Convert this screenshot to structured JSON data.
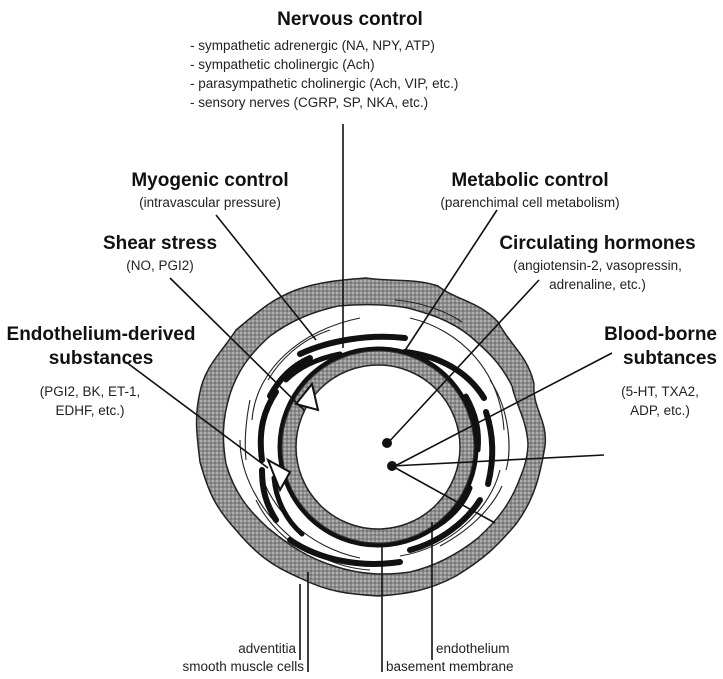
{
  "nervous": {
    "title": "Nervous control",
    "items": [
      "- sympathetic adrenergic (NA, NPY, ATP)",
      "- sympathetic cholinergic (Ach)",
      "- parasympathetic cholinergic (Ach, VIP, etc.)",
      "- sensory nerves (CGRP, SP, NKA, etc.)"
    ]
  },
  "myogenic": {
    "title": "Myogenic control",
    "sub": "(intravascular pressure)"
  },
  "metabolic": {
    "title": "Metabolic control",
    "sub": "(parenchimal cell metabolism)"
  },
  "shear": {
    "title": "Shear stress",
    "sub": "(NO, PGI2)"
  },
  "hormones": {
    "title": "Circulating hormones",
    "sub1": "(angiotensin-2, vasopressin,",
    "sub2": "adrenaline, etc.)"
  },
  "endothelium_derived": {
    "title1": "Endothelium-derived",
    "title2": "substances",
    "sub1": "(PGI2, BK, ET-1,",
    "sub2": "EDHF, etc.)"
  },
  "blood_borne": {
    "title1": "Blood-borne",
    "title2": "subtances",
    "sub1": "(5-HT, TXA2,",
    "sub2": "ADP, etc.)"
  },
  "layers": {
    "adventitia": "adventitia",
    "smooth_muscle": "smooth muscle cells",
    "endothelium": "endothelium",
    "basement_membrane": "basement membrane"
  },
  "colors": {
    "line": "#111111",
    "stipple_fill": "#9a9a9a",
    "lumen": "#ffffff"
  }
}
